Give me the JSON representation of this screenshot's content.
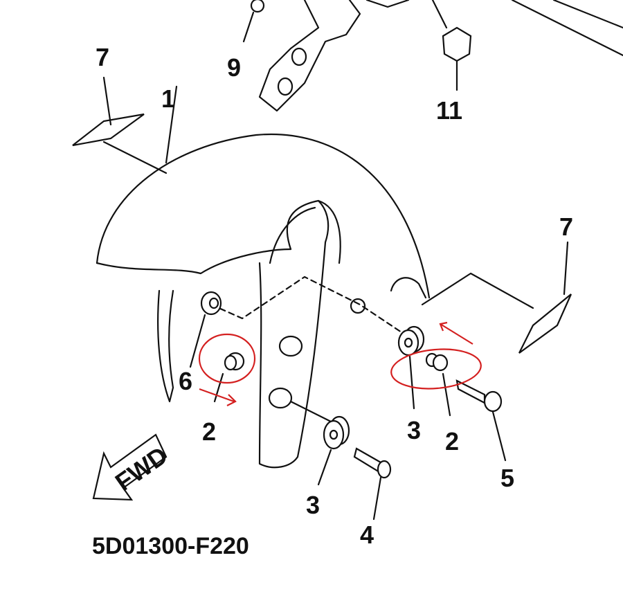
{
  "diagram": {
    "part_code": "5D01300-F220",
    "direction_label": "FWD",
    "callouts": [
      "7",
      "1",
      "9",
      "11",
      "7",
      "6",
      "2",
      "2",
      "3",
      "3",
      "5",
      "4"
    ],
    "annotation_color": "#d42020"
  }
}
